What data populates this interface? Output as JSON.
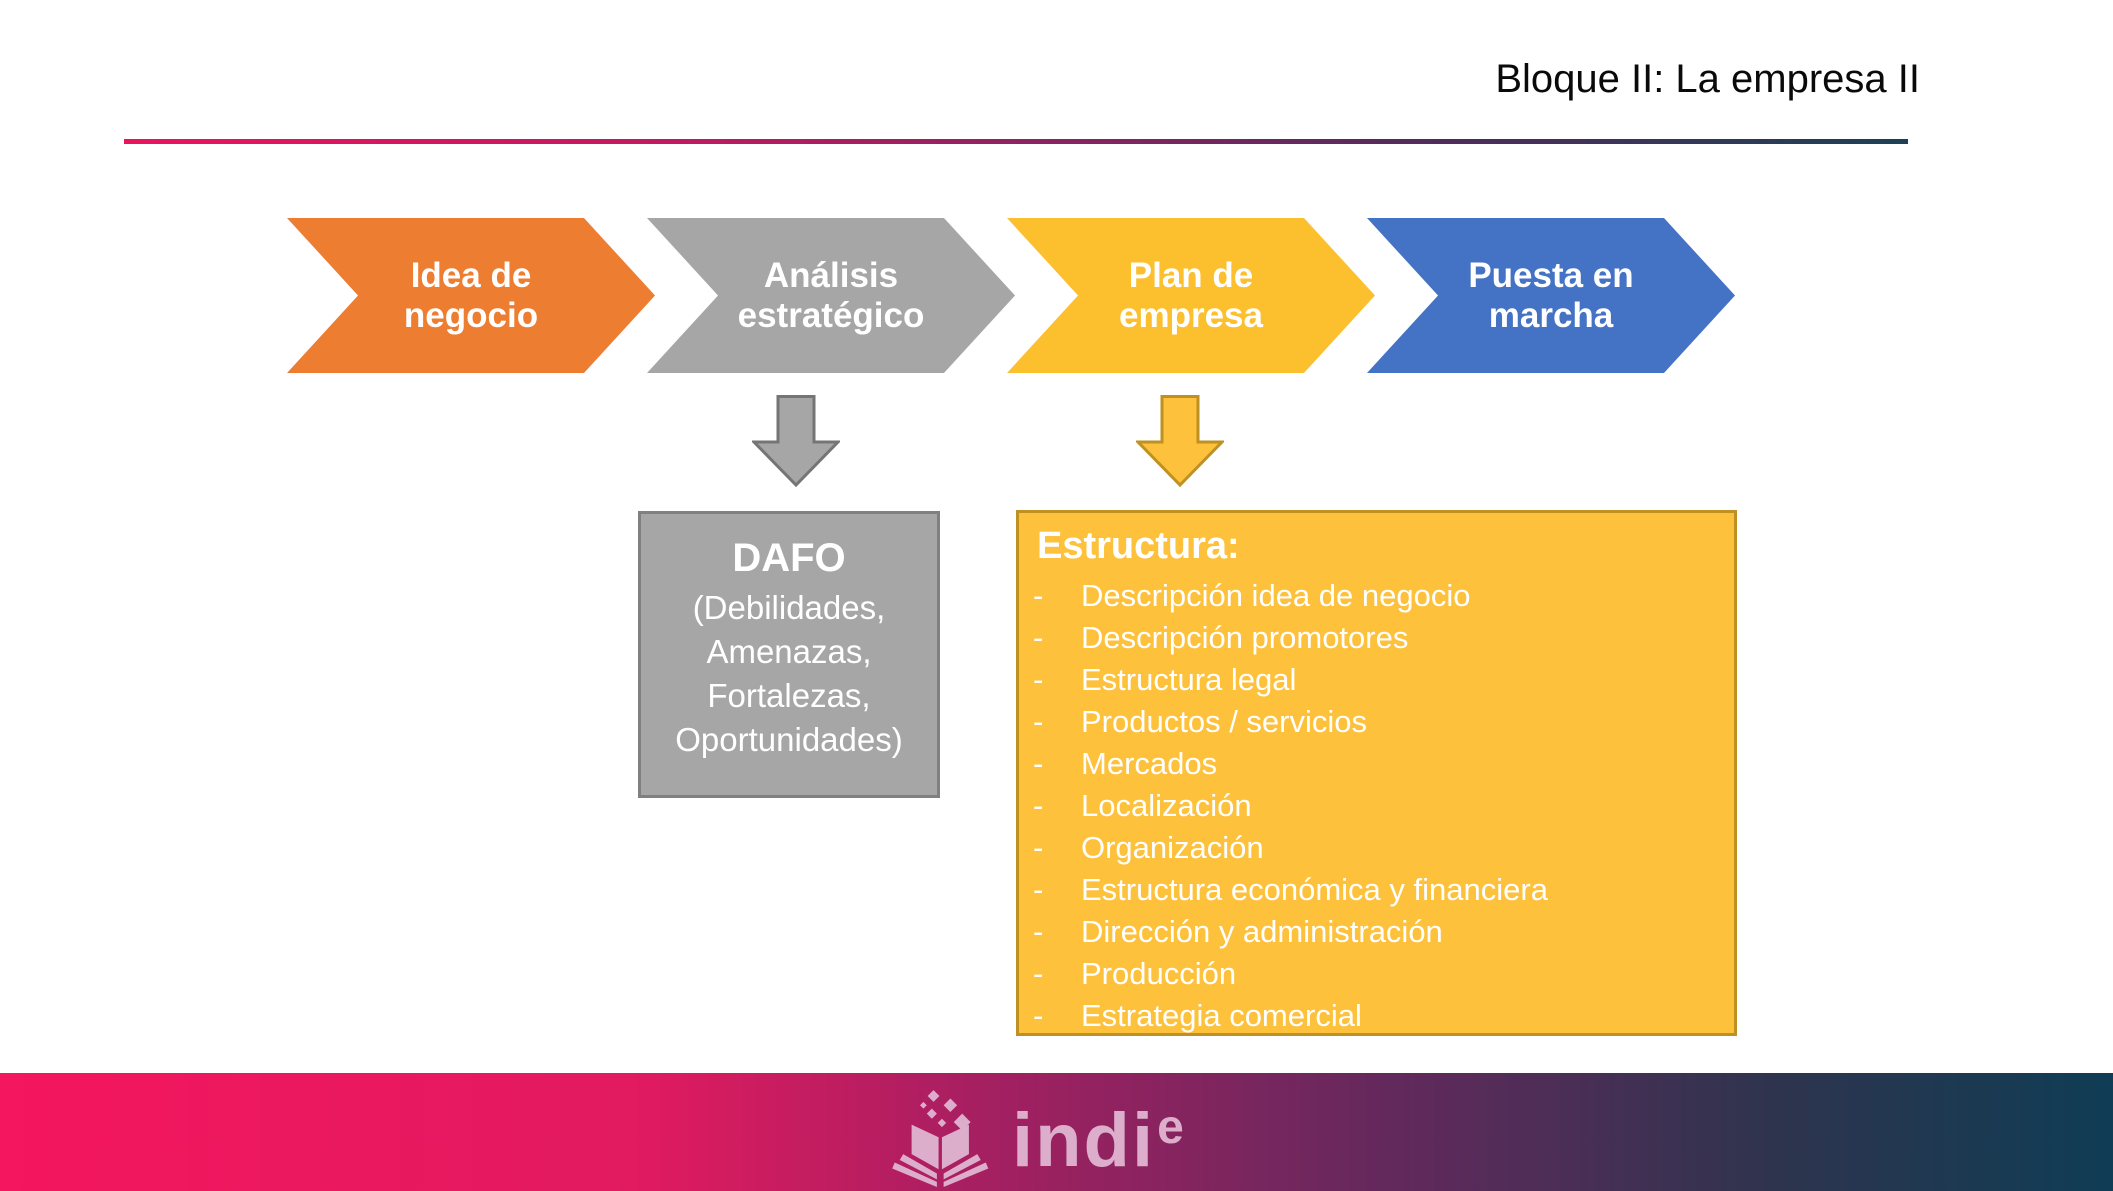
{
  "slide": {
    "title": "Bloque II: La empresa II"
  },
  "process_steps": [
    {
      "line1": "Idea de",
      "line2": "negocio",
      "color": "#ED7D31"
    },
    {
      "line1": "Análisis",
      "line2": "estratégico",
      "color": "#A6A6A6"
    },
    {
      "line1": "Plan de",
      "line2": "empresa",
      "color": "#FCBF2D"
    },
    {
      "line1": "Puesta en",
      "line2": "marcha",
      "color": "#4472C4"
    }
  ],
  "dafo": {
    "title": "DAFO",
    "lines": [
      "(Debilidades,",
      "Amenazas,",
      "Fortalezas,",
      "Oportunidades)"
    ],
    "fill": "#A6A6A6",
    "border": "#808080"
  },
  "estructura": {
    "title": "Estructura:",
    "bullet": "-",
    "items": [
      "Descripción idea de negocio",
      "Descripción promotores",
      "Estructura legal",
      "Productos / servicios",
      "Mercados",
      "Localización",
      "Organización",
      "Estructura económica y financiera",
      "Dirección y administración",
      "Producción",
      "Estrategia comercial"
    ],
    "fill": "#FDC13C",
    "border": "#BF9022"
  },
  "rule": {
    "gradient_left": "#E9145E",
    "gradient_right": "#1C4156"
  },
  "footer": {
    "gradient_left": "#F4165E",
    "gradient_middle": "#62295C",
    "gradient_right": "#0F3D55",
    "logo_text": "indi",
    "logo_sup": "e",
    "logo_color": "#DCAECC"
  }
}
